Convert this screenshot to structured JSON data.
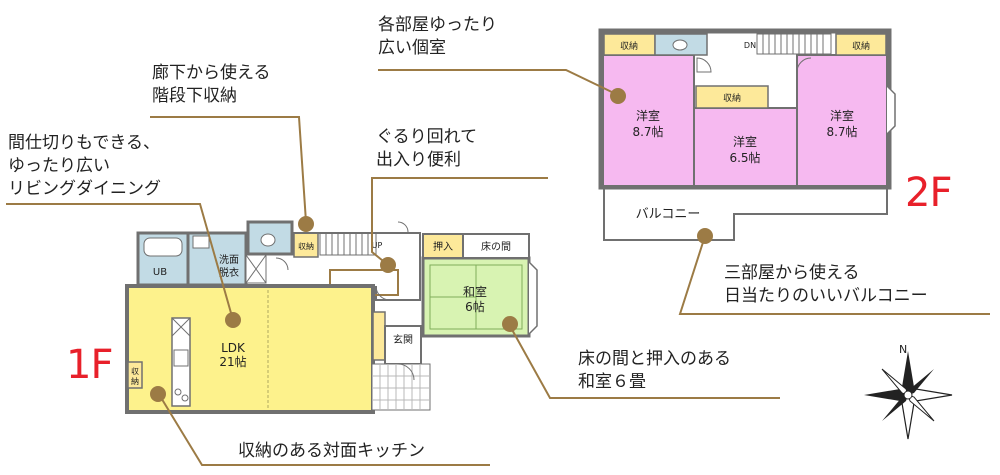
{
  "floor_labels": {
    "first": "1F",
    "second": "2F"
  },
  "annotations": [
    {
      "id": "ann-rooms",
      "lines": [
        "各部屋ゆったり",
        "広い個室"
      ]
    },
    {
      "id": "ann-storage",
      "lines": [
        "廊下から使える",
        "階段下収納"
      ]
    },
    {
      "id": "ann-ldk",
      "lines": [
        "間仕切りもできる、",
        "ゆったり広い",
        "リビングダイニング"
      ]
    },
    {
      "id": "ann-circulate",
      "lines": [
        "ぐるり回れて",
        "出入り便利"
      ]
    },
    {
      "id": "ann-balcony",
      "lines": [
        "三部屋から使える",
        "日当たりのいいバルコニー"
      ]
    },
    {
      "id": "ann-washitsu",
      "lines": [
        "床の間と押入のある",
        "和室６畳"
      ]
    },
    {
      "id": "ann-kitchen",
      "lines": [
        "収納のある対面キッチン"
      ]
    }
  ],
  "second_floor": {
    "rooms": [
      {
        "key": "west",
        "name": "洋室",
        "size": "8.7帖"
      },
      {
        "key": "center",
        "name": "洋室",
        "size": "6.5帖"
      },
      {
        "key": "east",
        "name": "洋室",
        "size": "8.7帖"
      }
    ],
    "storage": [
      "収納",
      "収納",
      "収納"
    ],
    "stair_mark": "DN",
    "balcony": "バルコニー"
  },
  "first_floor": {
    "ldk": {
      "name": "LDK",
      "size": "21帖"
    },
    "washitsu": {
      "name": "和室",
      "size": "6帖"
    },
    "oshiire": "押入",
    "tokonoma": "床の間",
    "senmen_line1": "洗面",
    "senmen_line2": "脱衣",
    "ub": "UB",
    "stair_storage": "収納",
    "stair_mark": "UP",
    "genkan": "玄関",
    "kitchen_storage_line1": "収",
    "kitchen_storage_line2": "納"
  },
  "colors": {
    "ldk": "#fdf28c",
    "washitsu": "#d8f3b2",
    "bedroom": "#f6b9f0",
    "storage": "#fde99a",
    "bath": "#c2dbe5",
    "wall": "#707070",
    "leader": "#9c7b45",
    "floor_label": "#e8202a"
  },
  "compass": {
    "label": "N"
  }
}
